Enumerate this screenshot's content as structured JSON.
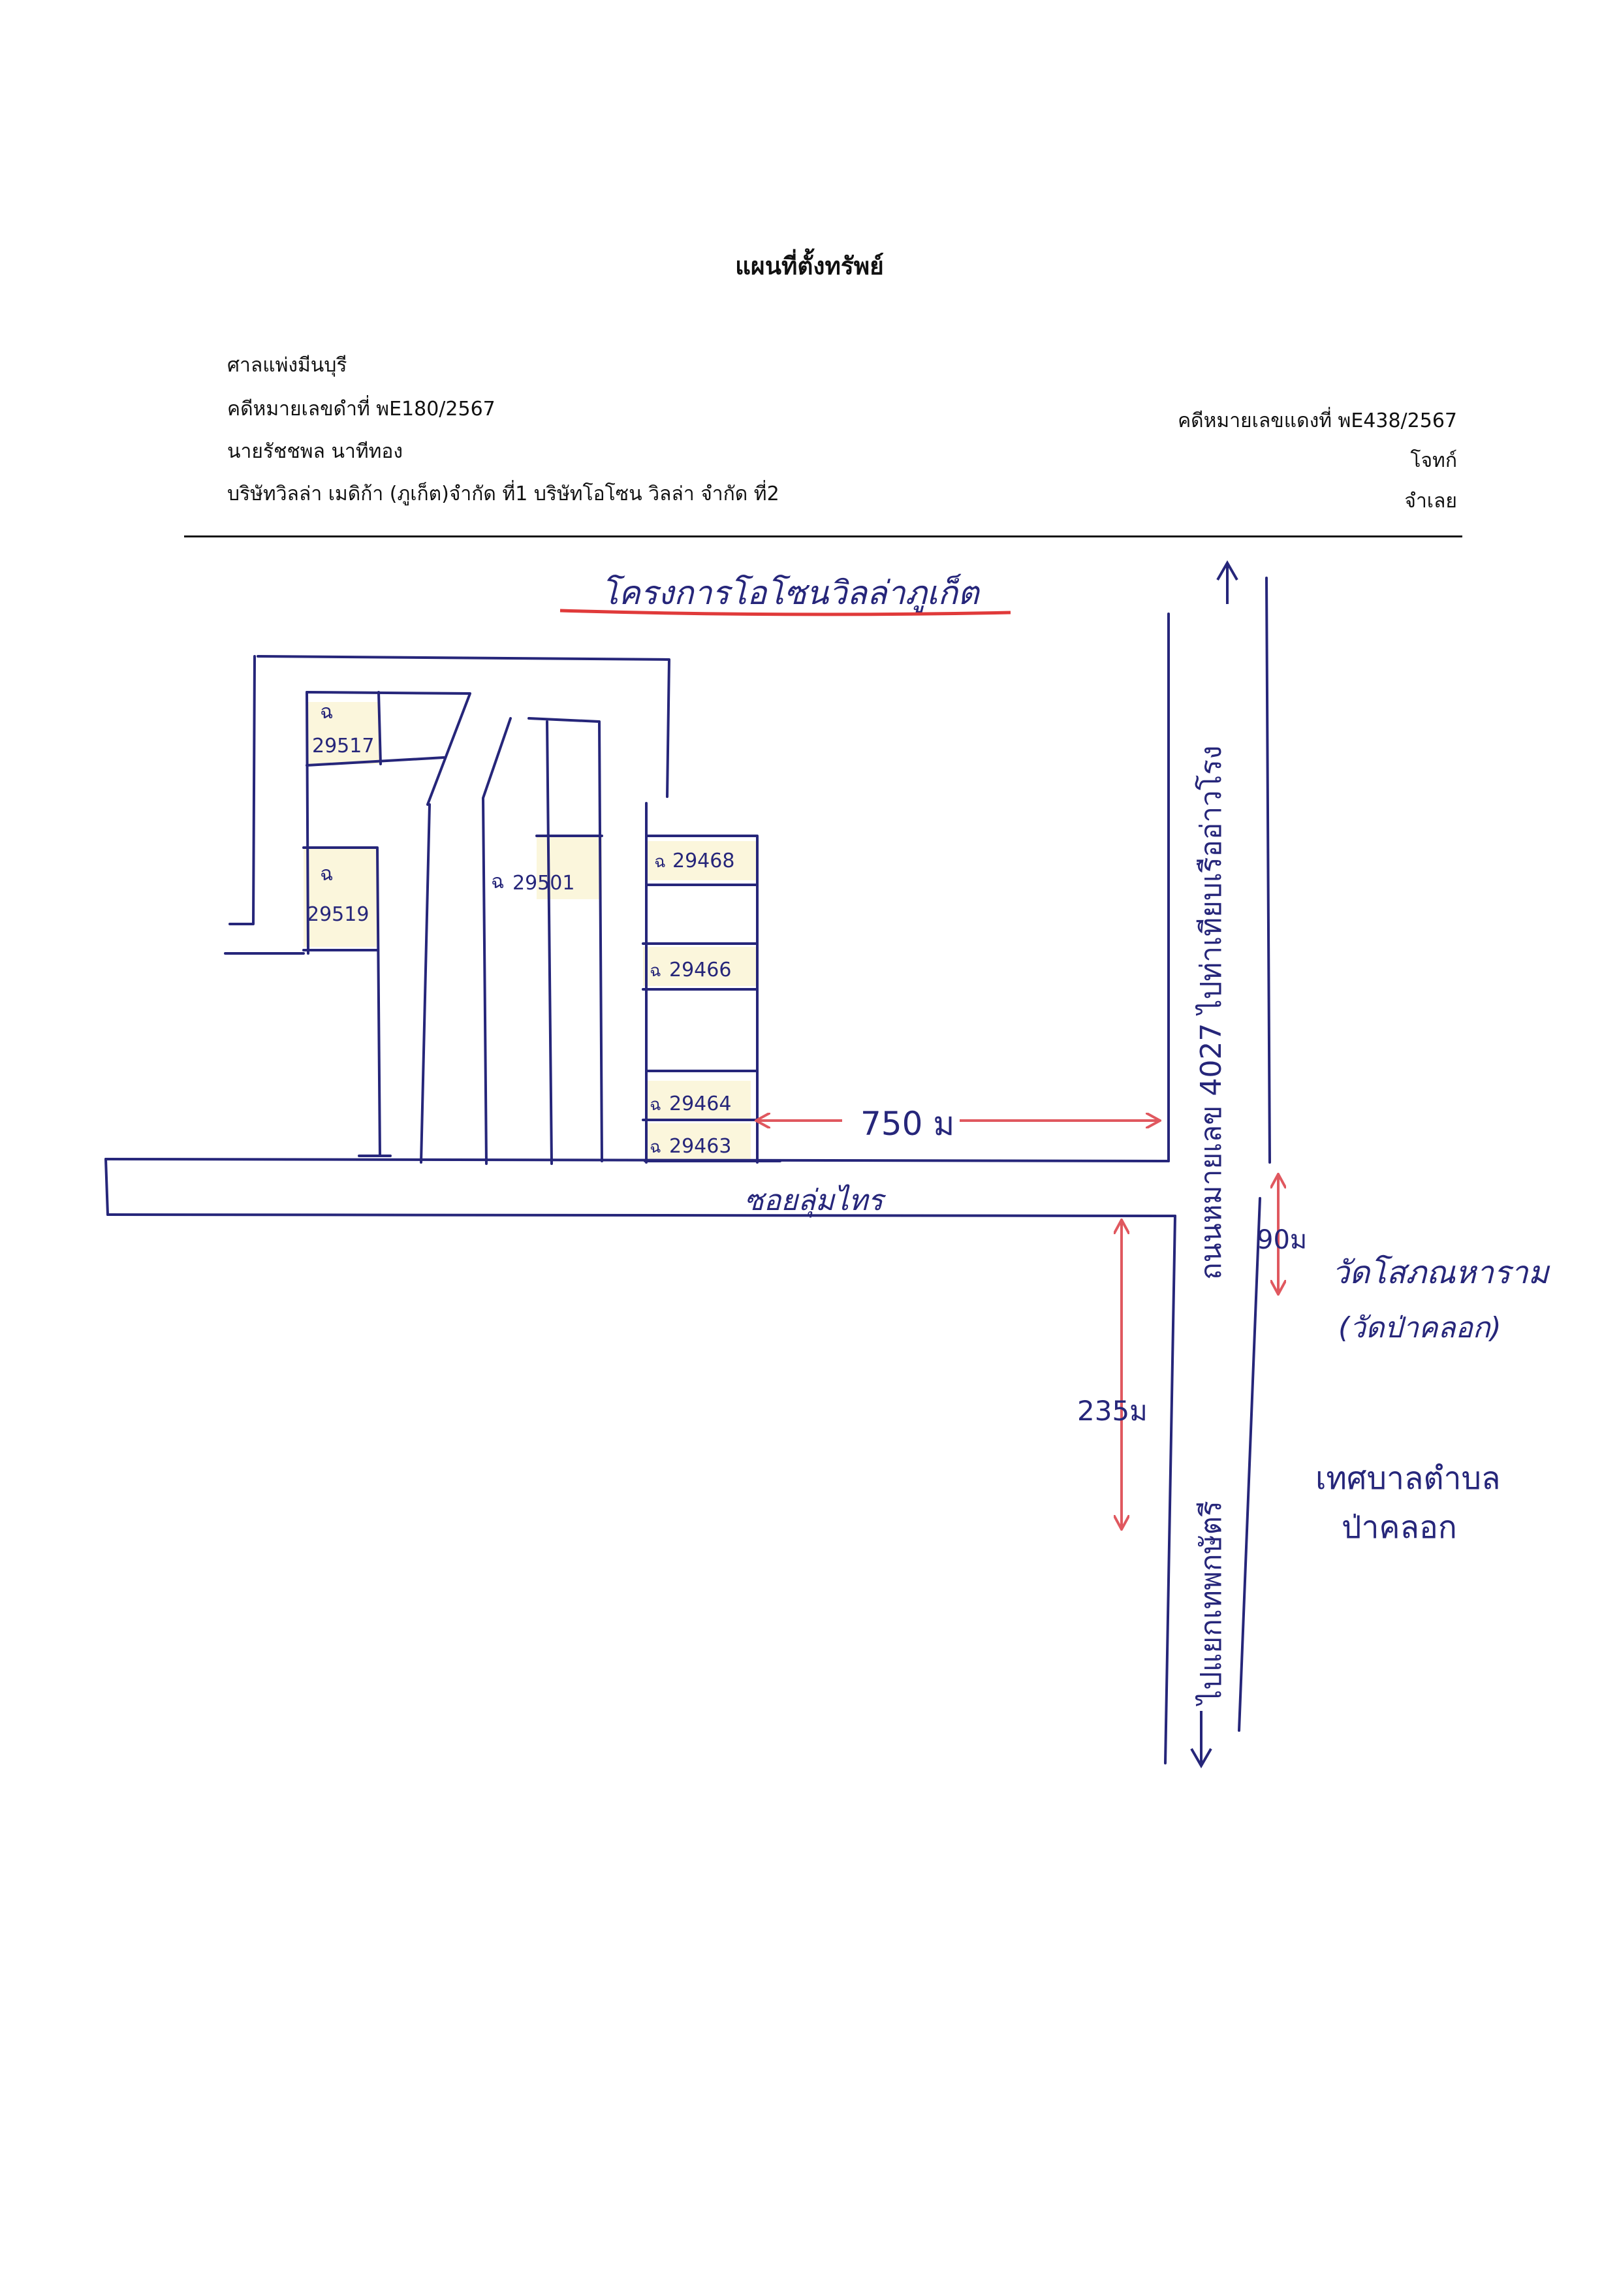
{
  "title": "แผนที่ตั้งทรัพย์",
  "header": {
    "court": "ศาลแพ่งมีนบุรี",
    "black_case": "คดีหมายเลขดำที่ พE180/2567",
    "red_case": "คดีหมายเลขแดงที่ พE438/2567",
    "plaintiff": "นายรัชชพล นาทีทอง",
    "plaintiff_role": "โจทก์",
    "defendants": "บริษัทวิลล่า เมดิก้า (ภูเก็ต)จำกัด ที่1 บริษัทโอโซน วิลล่า จำกัด ที่2",
    "defendants_role": "จำเลย"
  },
  "map": {
    "project_name": "โครงการโอโซนวิลล่าภูเก็ต",
    "soi_name": "ซอยลุ่มไทร",
    "road_label": "ถนนหมายเลข 4027 ไปท่าเทียบเรืออ่าวโรง",
    "road_south_label": "ไปแยกเทพกษัตรี",
    "distance_750": "750 ม",
    "distance_90": "90ม",
    "distance_235": "235ม",
    "temple_name": "วัดโสภณหาราม",
    "temple_alt": "(วัดป่าคลอก)",
    "municipality_line1": "เทศบาลตำบล",
    "municipality_line2": "ป่าคลอก",
    "plot_prefix": "ฉ",
    "plots": [
      "29517",
      "29519",
      "29501",
      "29468",
      "29466",
      "29464",
      "29463"
    ]
  },
  "colors": {
    "ink_blue": "#26267a",
    "ink_red": "#e0585f",
    "highlight": "#fbf6dc",
    "underline_red": "#e03a3a"
  }
}
